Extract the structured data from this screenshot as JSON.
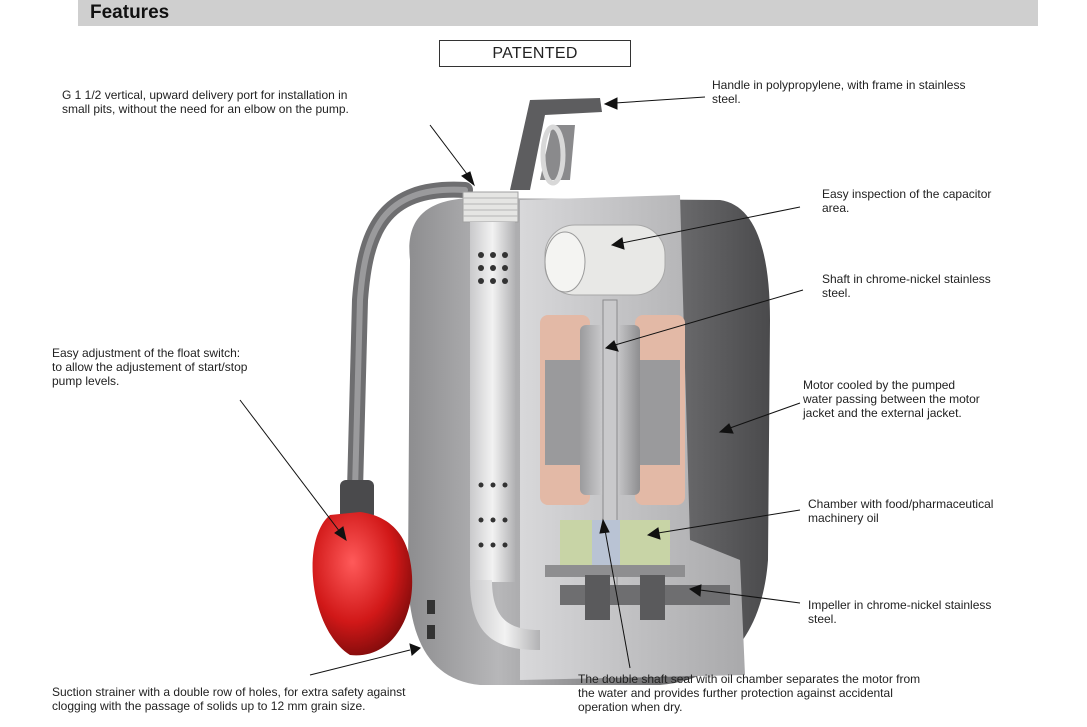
{
  "header": {
    "title": "Features"
  },
  "badge": {
    "label": "PATENTED"
  },
  "notes": {
    "delivery_port": "G 1 1/2 vertical, upward delivery port for installation in\nsmall pits, without the need for an elbow on the pump.",
    "handle": "Handle in polypropylene, with frame in stainless\nsteel.",
    "capacitor": "Easy inspection of the capacitor\narea.",
    "shaft": "Shaft in chrome-nickel stainless\nsteel.",
    "float_switch": "Easy adjustment of the float switch:\nto allow the adjustement of start/stop\npump levels.",
    "motor_cooling": "Motor cooled by the pumped\nwater passing between the motor\njacket and the external jacket.",
    "oil_chamber": "Chamber with food/pharmaceutical\nmachinery oil",
    "impeller": "Impeller in chrome-nickel stainless\nsteel.",
    "strainer": "Suction strainer with a double row of holes, for extra safety against\nclogging with the passage of solids up to 12 mm grain size.",
    "shaft_seal": "The double shaft seal with oil chamber separates the motor from\nthe water and provides further protection against accidental\noperation when dry."
  }
}
